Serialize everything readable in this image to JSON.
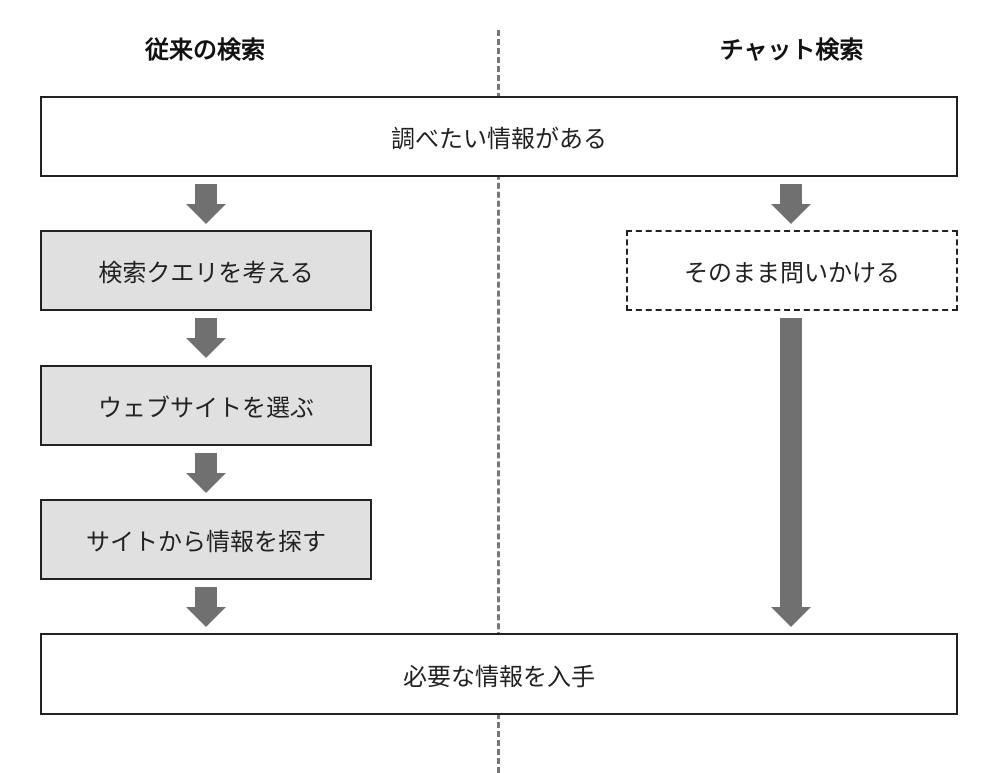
{
  "headings": {
    "left": "従来の検索",
    "right": "チャット検索"
  },
  "boxes": {
    "start": "調べたい情報がある",
    "left_step1": "検索クエリを考える",
    "left_step2": "ウェブサイトを選ぶ",
    "left_step3": "サイトから情報を探す",
    "right_step1": "そのまま問いかける",
    "end": "必要な情報を入手"
  },
  "colors": {
    "gray_box": "#e0e0e0",
    "arrow": "#707070",
    "divider": "#777777"
  }
}
